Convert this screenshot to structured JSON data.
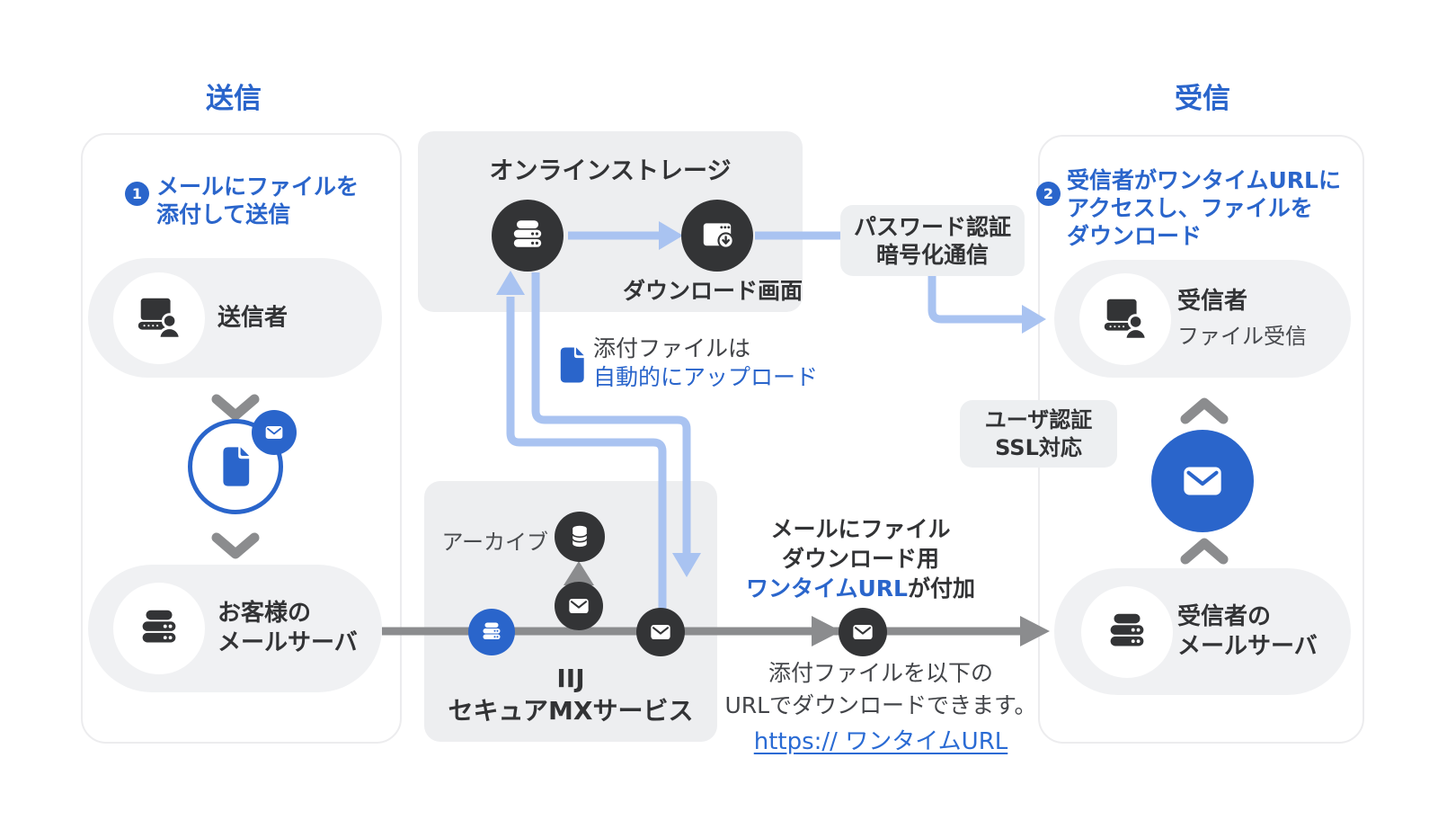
{
  "titles": {
    "send": "送信",
    "receive": "受信"
  },
  "colors": {
    "accent_blue": "#2a65cb",
    "light_blue_arrow": "#a9c3f1",
    "gray_arrow": "#8b8c8e",
    "dark_icon": "#333436",
    "panel_gray": "#edeef0",
    "pill_gray": "#f0f1f3"
  },
  "sender_panel": {
    "step_badge": "1",
    "step_line1": "メールにファイルを",
    "step_line2": "添付して送信",
    "sender_label": "送信者",
    "mail_server_line1": "お客様の",
    "mail_server_line2": "メールサーバ"
  },
  "storage_panel": {
    "title": "オンラインストレージ",
    "download_label": "ダウンロード画面"
  },
  "password_box": {
    "line1": "パスワード認証",
    "line2": "暗号化通信"
  },
  "upload_note": {
    "line1": "添付ファイルは",
    "line2": "自動的にアップロード"
  },
  "iij_panel": {
    "archive_label": "アーカイブ",
    "name_line1": "IIJ",
    "name_line2": "セキュアMXサービス"
  },
  "url_note": {
    "line1": "メールにファイル",
    "line2": "ダウンロード用",
    "line3_accent": "ワンタイムURL",
    "line3_rest": "が付加"
  },
  "mail_body_note": {
    "line1": "添付ファイルを以下の",
    "line2": "URLでダウンロードできます。",
    "link": "https:// ワンタイムURL"
  },
  "receiver_panel": {
    "step_badge": "2",
    "step_line1": "受信者がワンタイムURLに",
    "step_line2": "アクセスし、ファイルを",
    "step_line3": "ダウンロード",
    "receiver_label": "受信者",
    "receiver_sub": "ファイル受信",
    "auth_line1": "ユーザ認証",
    "auth_line2": "SSL対応",
    "mail_server_line1": "受信者の",
    "mail_server_line2": "メールサーバ"
  },
  "icons": {
    "sender": "laptop-user-icon",
    "server": "server-icon",
    "storage": "server-icon",
    "download_screen": "browser-download-icon",
    "mail": "mail-icon",
    "attachment": "document-icon",
    "archive": "database-icon"
  }
}
